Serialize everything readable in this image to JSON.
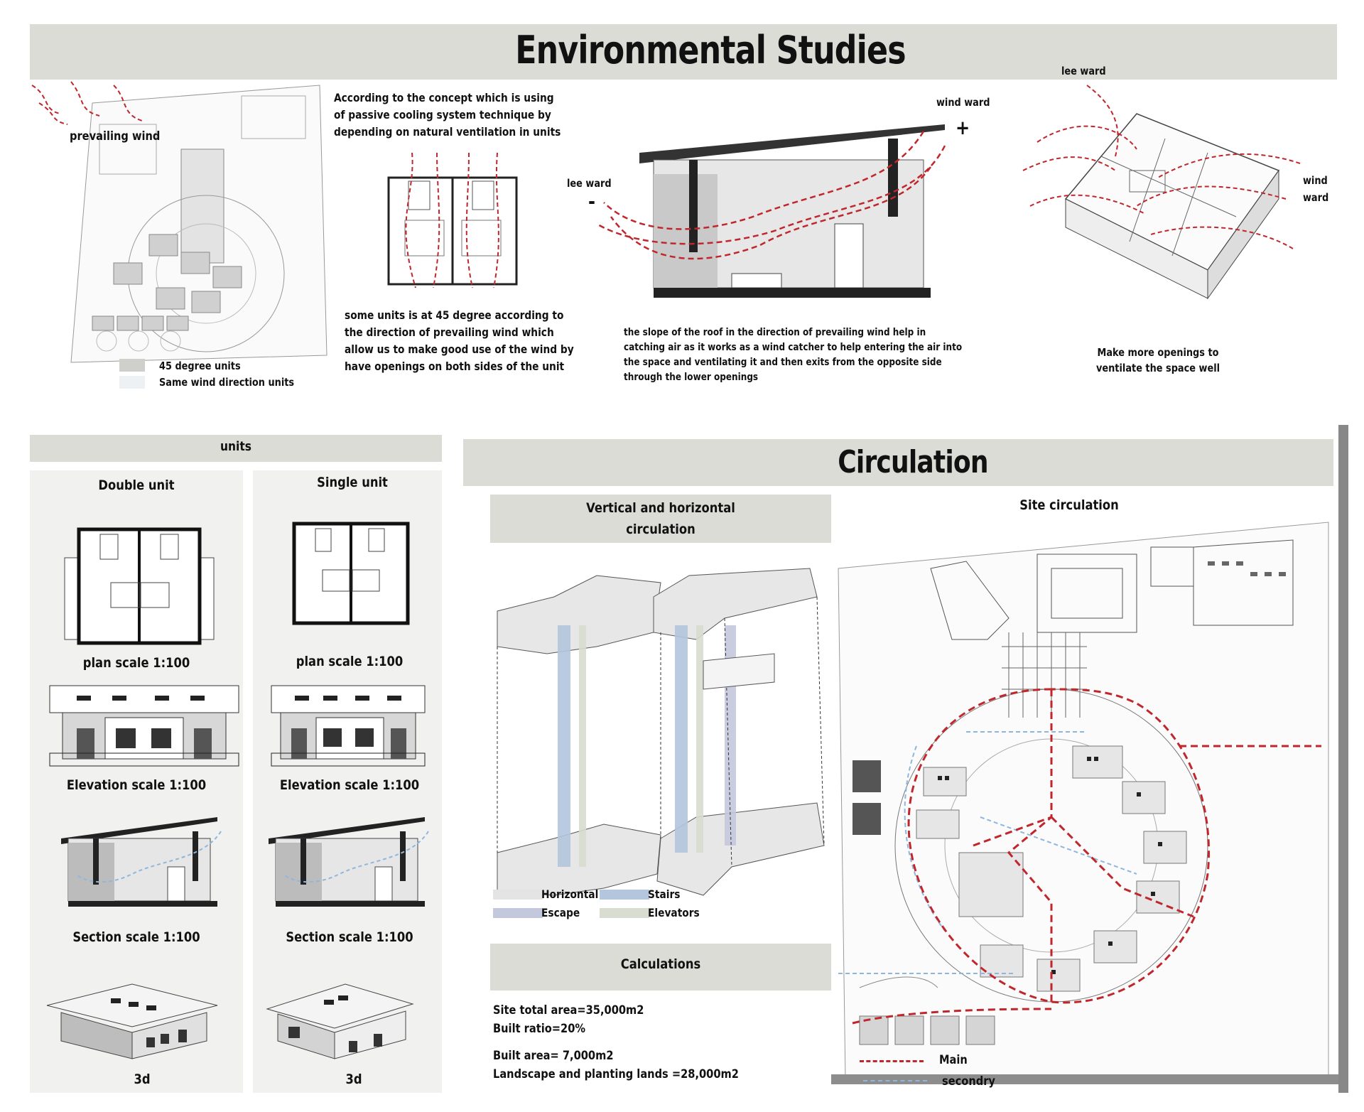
{
  "env": {
    "title": "Environmental Studies",
    "prevailing_wind": "prevailing wind",
    "legend_45": "45 degree units",
    "legend_same": "Same wind direction units",
    "concept_text": "According to the concept which is using of passive cooling system technique by depending on natural ventilation in units",
    "unit_text": "some units is at 45 degree according to the direction of prevailing wind which allow us to make good use of the wind by have openings on both sides of the unit",
    "lee_ward": "lee ward",
    "wind_ward": "wind ward",
    "minus": "-",
    "plus": "+",
    "roof_text": "the slope of the roof in the direction of prevailing wind help in catching air as it works as a wind catcher to help entering the air into the space and ventilating it and then exits from the opposite side through the lower openings",
    "lee_ward_2": "lee ward",
    "wind_ward_2": "wind ward",
    "openings_text": "Make more openings to ventilate the space well"
  },
  "units": {
    "header": "units",
    "double": {
      "title": "Double unit",
      "plan": "plan scale 1:100",
      "elevation": "Elevation scale 1:100",
      "section": "Section scale 1:100",
      "threed": "3d"
    },
    "single": {
      "title": "Single unit",
      "plan": "plan scale 1:100",
      "elevation": "Elevation scale 1:100",
      "section": "Section scale 1:100",
      "threed": "3d"
    }
  },
  "circulation": {
    "title": "Circulation",
    "vh_title": "Vertical and horizontal circulation",
    "legend": {
      "horizontal": "Horizontal",
      "stairs": "Stairs",
      "escape": "Escape",
      "elevators": "Elevators"
    },
    "calc_title": "Calculations",
    "calc": {
      "line1": "Site total area=35,000m2",
      "line2": "Built ratio=20%",
      "line3": "Built area= 7,000m2",
      "line4": "Landscape and planting lands =28,000m2"
    },
    "site_title": "Site circulation",
    "main": "Main",
    "secondary": "secondry"
  },
  "colors": {
    "band": "#dcdcd6",
    "wind": "#c0272d",
    "secondary": "#8fb6dc",
    "stairs": "#b3c6de",
    "escape": "#c4c8dc",
    "elevators": "#d9dcd0",
    "horizontal": "#e4e4e4"
  }
}
